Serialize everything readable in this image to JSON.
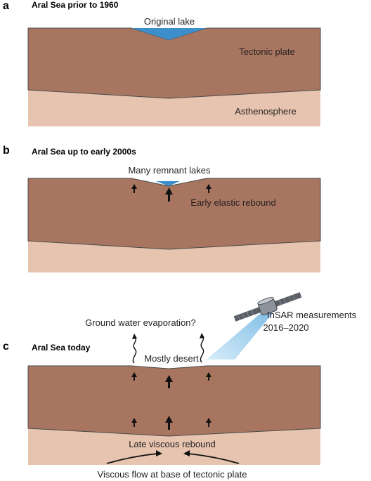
{
  "panels": [
    {
      "letter": "a",
      "title": "Aral Sea prior to 1960",
      "labels": {
        "lake": "Original lake",
        "plate": "Tectonic plate",
        "asthenosphere": "Asthenosphere"
      }
    },
    {
      "letter": "b",
      "title": "Aral Sea up to early 2000s",
      "labels": {
        "lakes": "Many remnant lakes",
        "rebound": "Early elastic rebound"
      }
    },
    {
      "letter": "c",
      "title": "Aral Sea today",
      "labels": {
        "evaporation": "Ground water evaporation?",
        "desert": "Mostly desert",
        "insar_line1": "InSAR measurements",
        "insar_line2": "2016–2020",
        "viscous_rebound": "Late viscous rebound",
        "viscous_flow": "Viscous flow at base of tectonic plate"
      }
    }
  ],
  "colors": {
    "plate": "#a87660",
    "asthenosphere": "#e6c4af",
    "lake": "#3d8fcc",
    "beam": "#a9d4ee"
  }
}
